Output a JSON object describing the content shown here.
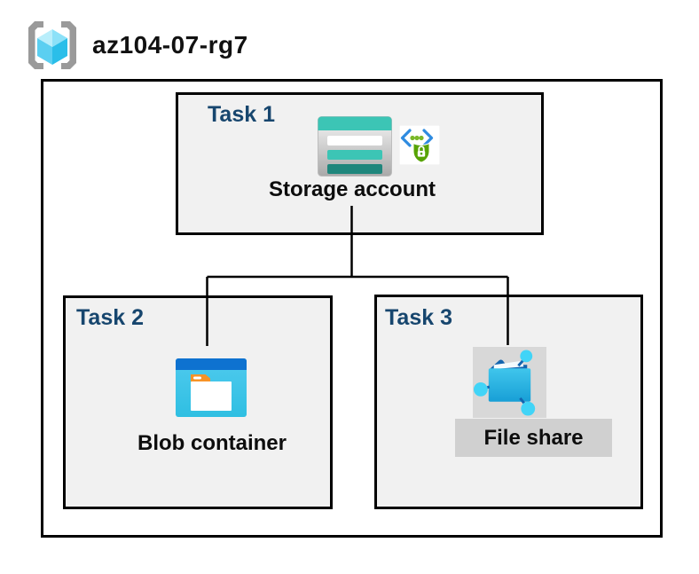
{
  "header": {
    "title": "az104-07-rg7",
    "icon": "resource-group-icon"
  },
  "resource_group": {
    "tasks": [
      {
        "id": "task-1",
        "label": "Task 1",
        "item": "Storage account",
        "icons": [
          "storage-account-icon",
          "secure-access-icon"
        ]
      },
      {
        "id": "task-2",
        "label": "Task 2",
        "item": "Blob container",
        "icons": [
          "blob-container-icon"
        ]
      },
      {
        "id": "task-3",
        "label": "Task 3",
        "item": "File share",
        "icons": [
          "file-share-icon"
        ]
      }
    ],
    "connections": [
      {
        "from": "Storage account",
        "to": "Blob container"
      },
      {
        "from": "Storage account",
        "to": "File share"
      }
    ]
  },
  "colors": {
    "task_label_navy": "#17466E",
    "task_box_fill": "#F1F1F1",
    "outline_black": "#000000",
    "storage_teal": "#3CC5B5",
    "storage_teal_dark": "#1F867C",
    "blob_header_blue": "#0E72D0",
    "blob_body_cyan": "#3BC3E8",
    "folder_tab_orange": "#F79327",
    "file_share_dark_blue": "#1365AF",
    "node_cyan": "#41D4F7",
    "shield_green": "#57A304",
    "bracket_blue": "#2E8BE0",
    "dot_green": "#7AB829",
    "rg_bracket_gray": "#9A9A9A",
    "cube_light_blue": "#B9EEFB",
    "cube_dark_blue": "#2ABEE9",
    "file_share_label_bg": "#D0D0D0"
  }
}
